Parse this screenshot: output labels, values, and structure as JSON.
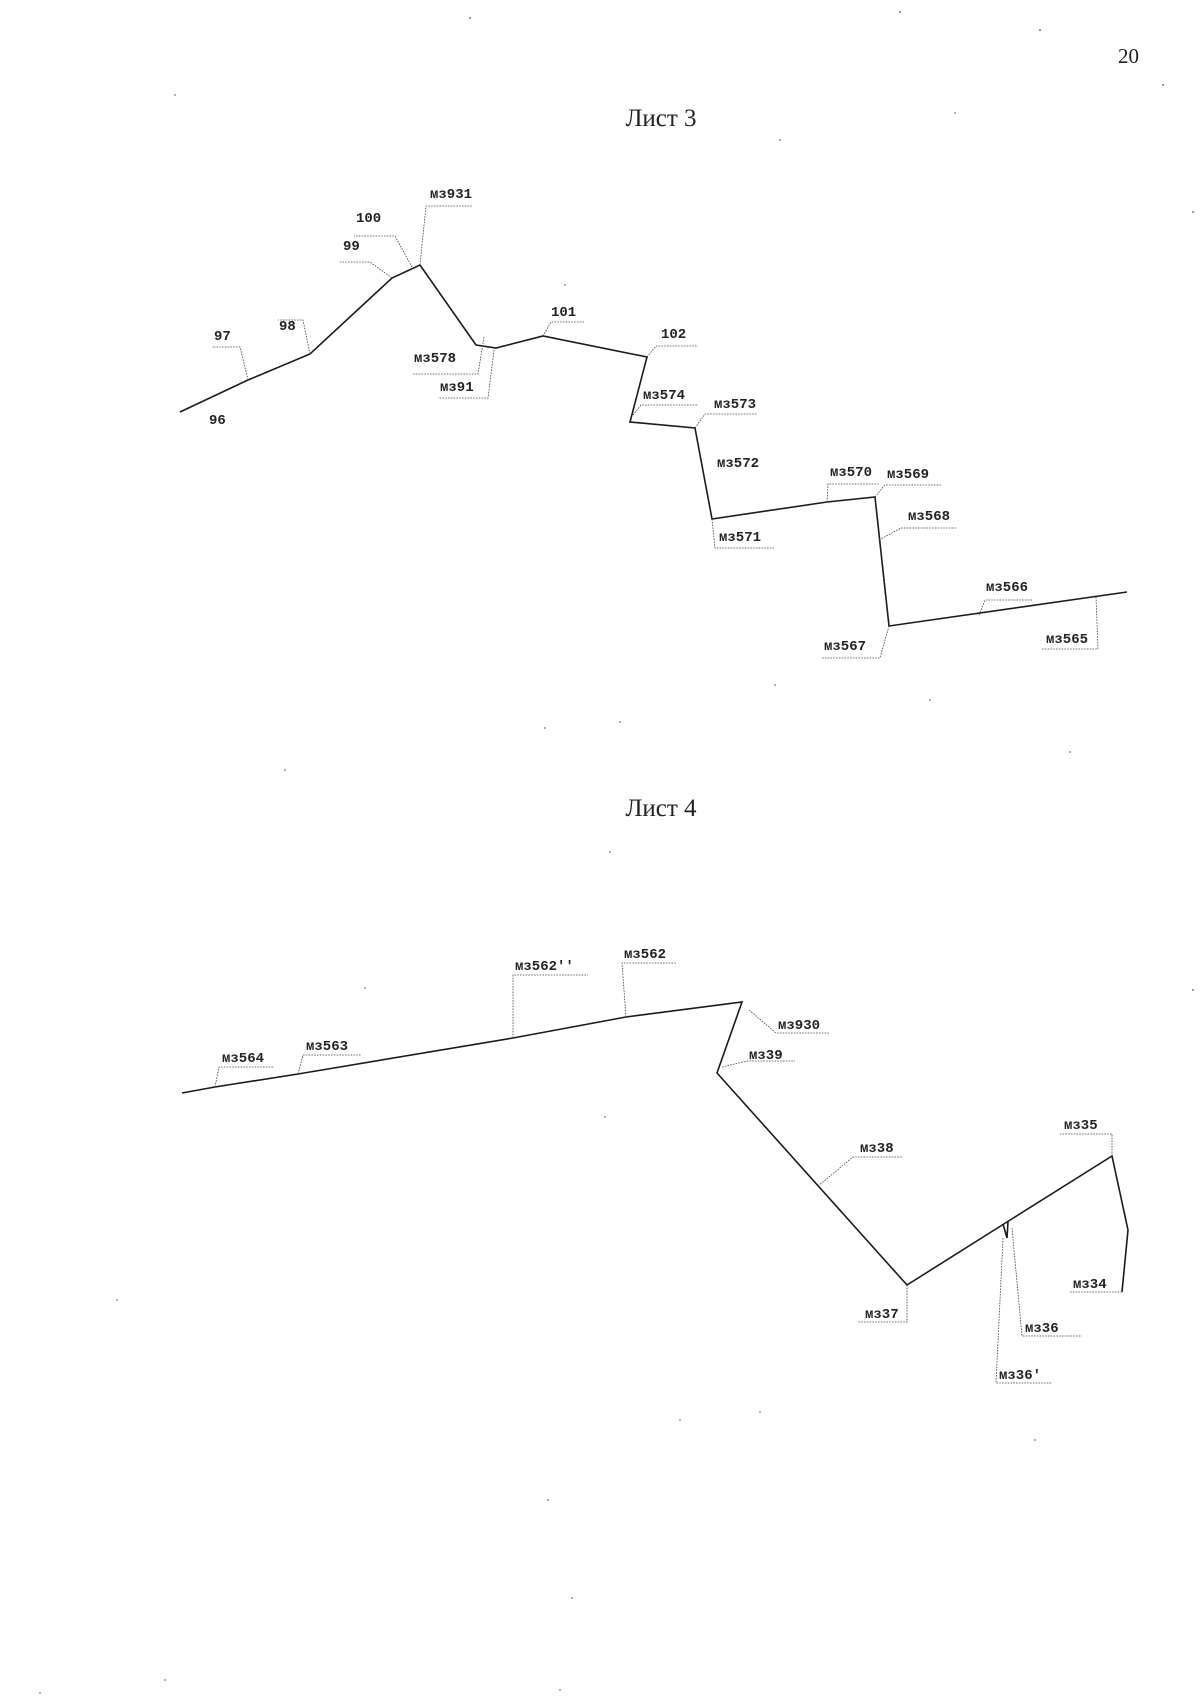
{
  "page_number": "20",
  "sheets": [
    {
      "title": "Лист 3",
      "points": [
        {
          "id": "p96",
          "label": "96"
        },
        {
          "id": "p97",
          "label": "97"
        },
        {
          "id": "p98",
          "label": "98"
        },
        {
          "id": "p99",
          "label": "99"
        },
        {
          "id": "p100",
          "label": "100"
        },
        {
          "id": "p931",
          "label": "мз931"
        },
        {
          "id": "p578",
          "label": "мз578"
        },
        {
          "id": "p91",
          "label": "мз91"
        },
        {
          "id": "p101",
          "label": "101"
        },
        {
          "id": "p102",
          "label": "102"
        },
        {
          "id": "p574",
          "label": "мз574"
        },
        {
          "id": "p573",
          "label": "мз573"
        },
        {
          "id": "p572",
          "label": "мз572"
        },
        {
          "id": "p571",
          "label": "мз571"
        },
        {
          "id": "p570",
          "label": "мз570"
        },
        {
          "id": "p569",
          "label": "мз569"
        },
        {
          "id": "p568",
          "label": "мз568"
        },
        {
          "id": "p567",
          "label": "мз567"
        },
        {
          "id": "p566",
          "label": "мз566"
        },
        {
          "id": "p565",
          "label": "мз565"
        }
      ]
    },
    {
      "title": "Лист 4",
      "points": [
        {
          "id": "q564",
          "label": "мз564"
        },
        {
          "id": "q563",
          "label": "мз563"
        },
        {
          "id": "q562b",
          "label": "мз562''"
        },
        {
          "id": "q562",
          "label": "мз562"
        },
        {
          "id": "q930",
          "label": "мз930"
        },
        {
          "id": "q39",
          "label": "мз39"
        },
        {
          "id": "q38",
          "label": "мз38"
        },
        {
          "id": "q37",
          "label": "мз37"
        },
        {
          "id": "q36",
          "label": "мз36"
        },
        {
          "id": "q36p",
          "label": "мз36'"
        },
        {
          "id": "q35",
          "label": "мз35"
        },
        {
          "id": "q34",
          "label": "мз34"
        }
      ]
    }
  ]
}
